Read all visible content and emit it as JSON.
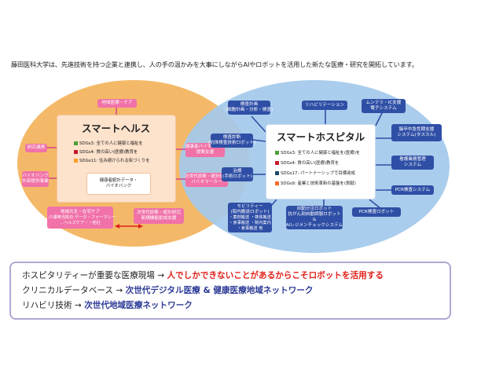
{
  "intro": "藤田医科大学は、先進技術を持つ企業と連携し、人の手の温かみを大事にしながらAIやロボットを活用した新たな医療・研究を開拓しています。",
  "health": {
    "title": "スマートヘルス",
    "sdgs": [
      {
        "label": "SDGs3: 全ての人に健康と福祉を",
        "color": "#4c9f38"
      },
      {
        "label": "SDGs4: 質の高い(医療)教育を",
        "color": "#c5192d"
      },
      {
        "label": "SDGs11: 住み続けられる街づくりを",
        "color": "#fd9d24"
      }
    ],
    "inner": "健康者統計データ・\nバイオバンク",
    "boxes": {
      "top": "地域医療・ケア",
      "left1": "研究連携",
      "left2": "バイオバンク\n外部提供事業",
      "right1": "健康者バイオバンク\n提案支援",
      "right2": "次世代診断・統計研究\nバイオマーカー",
      "bottom_left": "地域共生・在宅ケア",
      "bottom_left_sub": "…介護等当院の データ・ファーマシー\n…ヘルスケア・・他社",
      "bottom_right": "次世代診断・統計研究\n新規機能創成支援"
    }
  },
  "hospital": {
    "title": "スマートホスピタル",
    "sdgs": [
      {
        "label": "SDGs3: 全ての人に健康と福祉を(医療)を",
        "color": "#4c9f38"
      },
      {
        "label": "SDGs4: 質の高い(医療)教育を",
        "color": "#c5192d"
      },
      {
        "label": "SDGs17: パートナーシップで目標達成",
        "color": "#19486a"
      },
      {
        "label": "SDGs9: 産業と技術革新の基盤を(貢献)",
        "color": "#fd6925"
      }
    ],
    "boxes": {
      "b1": "検査計画\n(細胞計画・分析・検査)",
      "b2": "リハビリテーション",
      "b3": "ムンテラ・IC支援\n電子システム",
      "b4": "検査診断\n(抗体検査技術ロボット)",
      "b5": "脳卒中急性期支援\nシステム(タスカル)",
      "b6": "看護業務管理\nシステム",
      "b7": "治療\n(手術ロボット)",
      "b8": "PCR検査システム",
      "b9": "モビリティー\n(院内搬送ロボット)",
      "b9_sub": "・薬剤搬送 ・検体搬送\n・食事搬送 ・院内案内\n・食事搬送 他",
      "b10": "自動分注ロボット\n抗がん剤自動調製ロボット\n&\nAIレジメンチェックシステム",
      "b11": "PCR検査ロボット"
    }
  },
  "bottom": {
    "line1_pre": "ホスピタリティーが重要な医療現場 → ",
    "line1_em": "人でしかできないことがあるからこそロボットを活用する",
    "line2_pre": "クリニカルデータベース → ",
    "line2_em": "次世代デジタル医療 & 健康医療地域ネットワーク",
    "line3_pre": "リハビリ技術 → ",
    "line3_em": "次世代地域医療ネットワーク"
  }
}
